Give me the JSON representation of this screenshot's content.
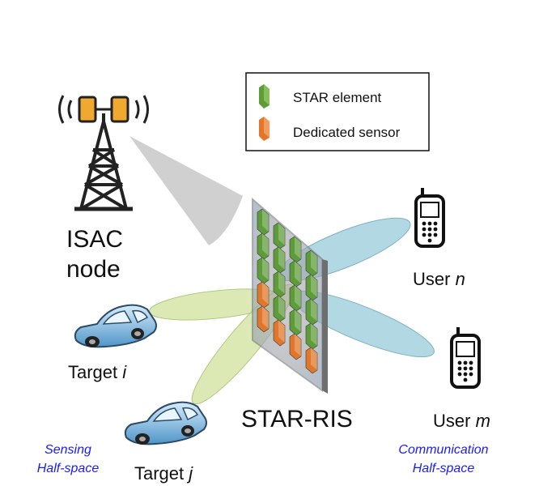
{
  "legend": {
    "star_element": "STAR element",
    "dedicated_sensor": "Dedicated sensor"
  },
  "labels": {
    "isac_line1": "ISAC",
    "isac_line2": "node",
    "star_ris": "STAR-RIS",
    "user_n_prefix": "User ",
    "user_n_var": "n",
    "user_m_prefix": "User ",
    "user_m_var": "m",
    "target_i_prefix": "Target ",
    "target_i_var": "i",
    "target_j_prefix": "Target ",
    "target_j_var": "j",
    "sensing_line1": "Sensing",
    "sensing_line2": "Half-space",
    "comm_line1": "Communication",
    "comm_line2": "Half-space"
  },
  "colors": {
    "star_element": "#5e9c3a",
    "dedicated_sensor": "#e0772a",
    "sensing_beam": "#d6e6a8",
    "comm_beam": "#a9d4e0",
    "incident_beam": "#c8c8c8",
    "half_space_text": "#1a1aff",
    "car": "#8fc3e8"
  },
  "icons": [
    "antenna-tower-icon",
    "phone-icon",
    "car-icon"
  ]
}
